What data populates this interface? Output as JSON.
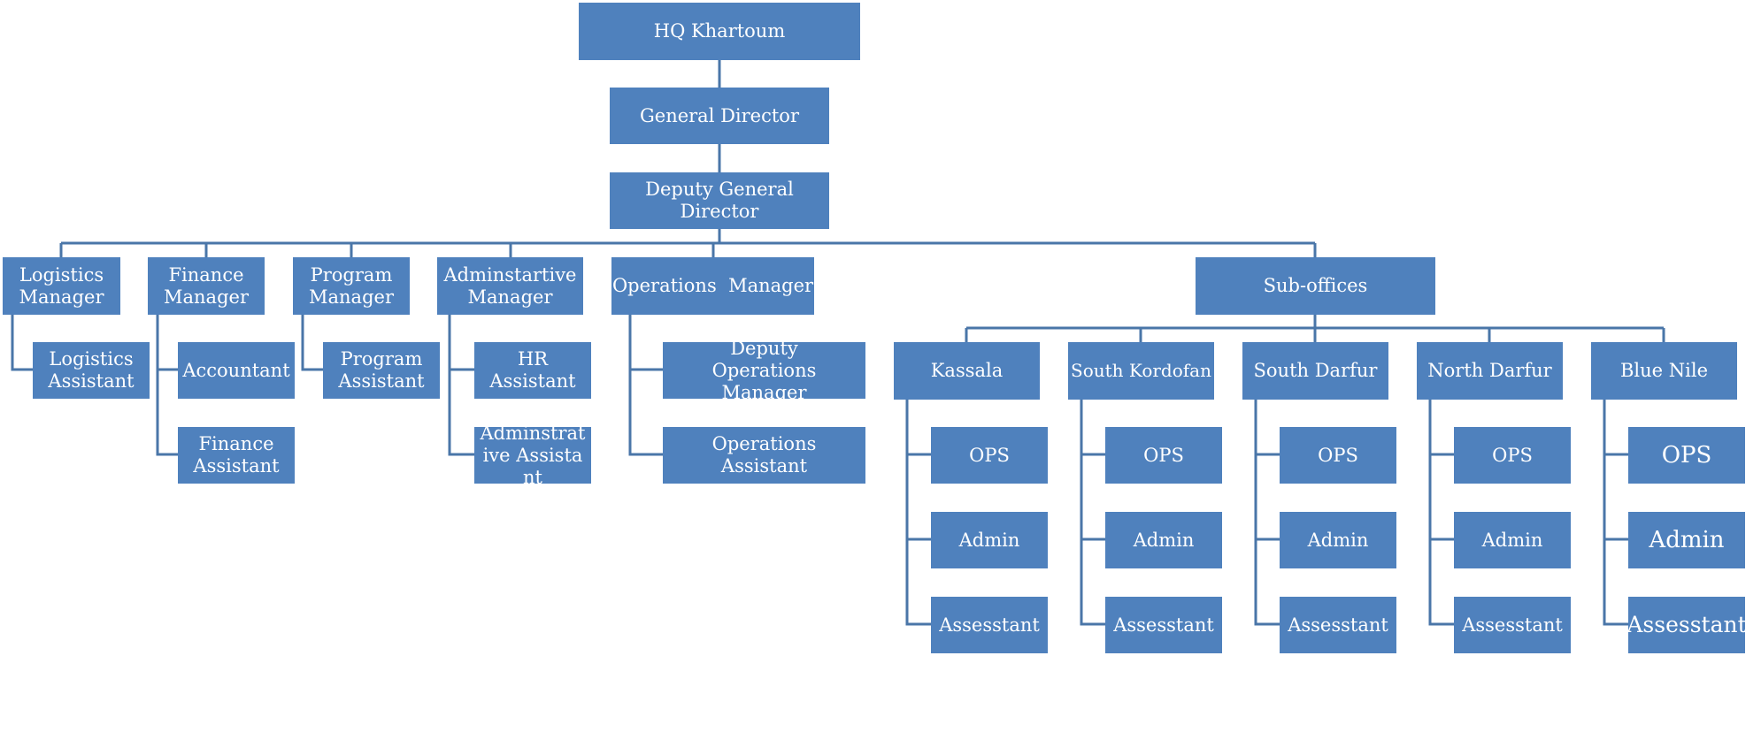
{
  "hq": {
    "label": "HQ Khartoum"
  },
  "general_director": {
    "label": "General Director"
  },
  "deputy_general_director": {
    "label": "Deputy General Director"
  },
  "departments": [
    {
      "label": "Logistics Manager",
      "staff": [
        "Logistics Assistant"
      ]
    },
    {
      "label": "Finance Manager",
      "staff": [
        "Accountant",
        "Finance Assistant"
      ]
    },
    {
      "label": "Program Manager",
      "staff": [
        "Program Assistant"
      ]
    },
    {
      "label": "Adminstartive Manager",
      "staff": [
        "HR Assistant",
        "Adminstrative Assistant"
      ]
    },
    {
      "label": "Operations  Manager",
      "staff": [
        "Deputy Operations Manager",
        "Operations Assistant"
      ]
    }
  ],
  "sub_offices": {
    "label": "Sub-offices",
    "offices": [
      {
        "label": "Kassala",
        "staff": [
          "OPS",
          "Admin",
          "Assesstant"
        ]
      },
      {
        "label": "South Kordofan",
        "staff": [
          "OPS",
          "Admin",
          "Assesstant"
        ]
      },
      {
        "label": "South Darfur",
        "staff": [
          "OPS",
          "Admin",
          "Assesstant"
        ]
      },
      {
        "label": "North Darfur",
        "staff": [
          "OPS",
          "Admin",
          "Assesstant"
        ]
      },
      {
        "label": "Blue Nile",
        "staff": [
          "OPS",
          "Admin",
          "Assesstant"
        ]
      }
    ]
  },
  "colors": {
    "box": "#4f81bd",
    "line": "#4a76a8",
    "text": "#ffffff"
  }
}
